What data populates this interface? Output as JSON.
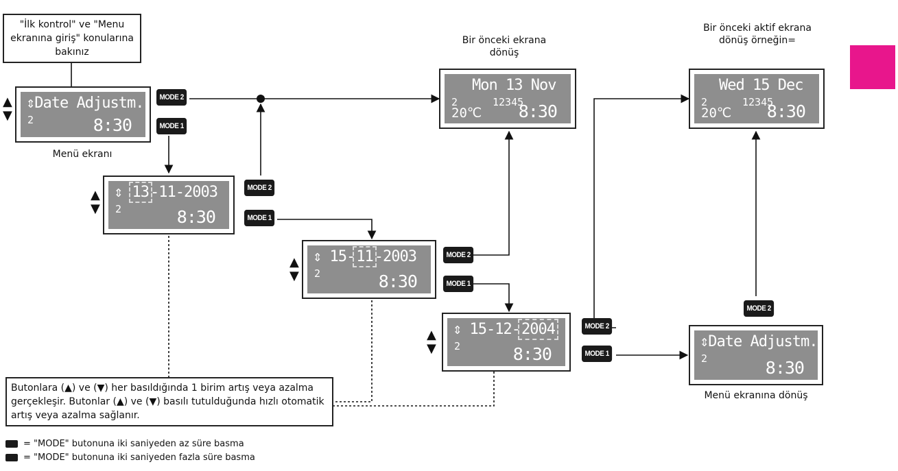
{
  "notes": {
    "top_left": "\"İlk kontrol\" ve \"Menu ekranına giriş\" konularına bakınız",
    "top_center": "Bir önceki ekrana dönüş",
    "top_right": "Bir önceki aktif ekrana dönüş örneğin="
  },
  "captions": {
    "menu_screen": "Menü ekranı",
    "return_menu": "Menü ekranına dönüş"
  },
  "screens": {
    "s1": {
      "line1": "Date Adjustm.",
      "line2": "2",
      "time": "8:30"
    },
    "s2": {
      "day": "13",
      "rest": "-11-2003",
      "line2": "2",
      "time": "8:30"
    },
    "s3": {
      "day": "15-",
      "month": "11",
      "rest": "-2003",
      "line2": "2",
      "time": "8:30"
    },
    "s4": {
      "daymonth": "15-12-",
      "year": "2004",
      "line2": "2",
      "time": "8:30"
    },
    "s5": {
      "line1": "Date Adjustm.",
      "line2": "2",
      "time": "8:30"
    },
    "prev1": {
      "line1": "Mon 13 Nov",
      "line2": "2",
      "code": "12345",
      "temp": "20℃",
      "time": "8:30"
    },
    "prev2": {
      "line1": "Wed 15 Dec",
      "line2": "2",
      "code": "12345",
      "temp": "20℃",
      "time": "8:30"
    }
  },
  "mode_labels": {
    "m1": "MODE 1",
    "m2": "MODE 2"
  },
  "arrows": {
    "up": "▲",
    "down": "▼",
    "updown": "⇕"
  },
  "info_text": "Butonlara (▲) ve (▼) her basıldığında 1 birim artış veya azalma gerçekleşir. Butonlar (▲) ve (▼) basılı tutulduğunda hızlı otomatik artış veya azalma sağlanır.",
  "legend": {
    "short": "= \"MODE\" butonuna iki saniyeden az süre basma",
    "long": "= \"MODE\" butonuna iki saniyeden fazla süre basma"
  },
  "colors": {
    "lcd": "#8e8e8e",
    "accent": "#e8168c",
    "button": "#1a1a1a"
  }
}
